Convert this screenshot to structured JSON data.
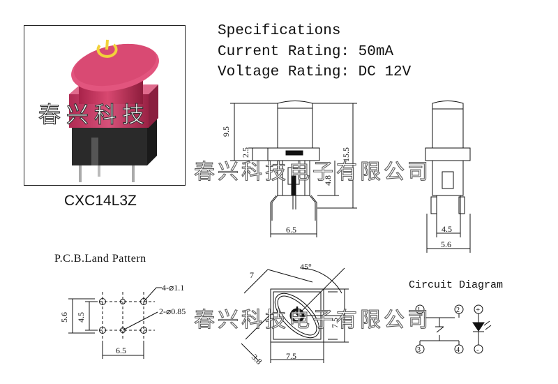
{
  "specifications": {
    "heading": "Specifications",
    "current_rating": "Current Rating: 50mA",
    "voltage_rating": "Voltage Rating: DC 12V"
  },
  "product": {
    "model": "CXC14L3Z",
    "photo_watermark": "春兴科技",
    "cap_color": "#c9355f",
    "symbol_color": "#f2d23a"
  },
  "watermark": {
    "text": "春兴科技电子有限公司"
  },
  "front_view": {
    "dim_total_height": "9.5",
    "dim_base_height": "2.5",
    "dim_full_height": "15.5",
    "dim_pin_length": "4.8",
    "dim_pin_spacing": "6.5"
  },
  "side_view": {
    "dim_inner": "4.5",
    "dim_outer": "5.6"
  },
  "pcb": {
    "title": "P.C.B.Land Pattern",
    "hole_large": "4-⌀1.1",
    "hole_small": "2-⌀0.85",
    "dim_height_outer": "5.6",
    "dim_height_inner": "4.5",
    "dim_width": "6.5"
  },
  "top_view": {
    "dim_cap_length": "7",
    "dim_angle": "45°",
    "dim_cap_width": "3.8",
    "dim_body_width": "7.5",
    "dim_body_height": "7.5"
  },
  "circuit": {
    "title": "Circuit Diagram",
    "pin_1": "1",
    "pin_2": "2",
    "pin_3": "3",
    "pin_4": "4",
    "led_plus": "+",
    "led_minus": "-"
  }
}
